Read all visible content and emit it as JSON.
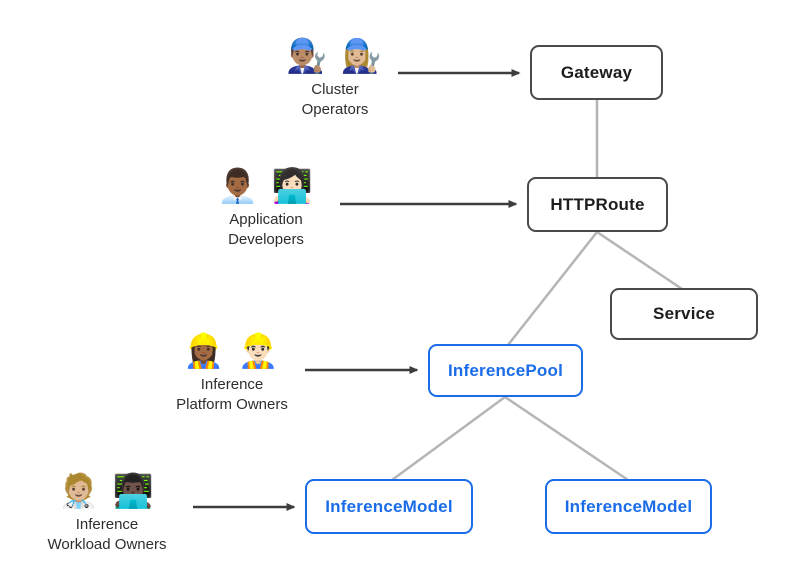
{
  "diagram": {
    "personas": [
      {
        "id": "cluster-operators",
        "emojis": "👨🏽‍🔧 👩🏼‍🔧",
        "label_line1": "Cluster",
        "label_line2": "Operators"
      },
      {
        "id": "application-developers",
        "emojis": "👨🏾‍💼 👩🏻‍💻",
        "label_line1": "Application",
        "label_line2": "Developers"
      },
      {
        "id": "inference-platform-owners",
        "emojis": "👷🏾‍♀️ 👷🏻‍♂️",
        "label_line1": "Inference",
        "label_line2": "Platform Owners"
      },
      {
        "id": "inference-workload-owners",
        "emojis": "🧑🏼‍⚕️ 👨🏿‍💻",
        "label_line1": "Inference",
        "label_line2": "Workload Owners"
      }
    ],
    "nodes": [
      {
        "id": "gateway",
        "label": "Gateway",
        "style": "dark"
      },
      {
        "id": "httproute",
        "label": "HTTPRoute",
        "style": "dark"
      },
      {
        "id": "service",
        "label": "Service",
        "style": "dark"
      },
      {
        "id": "inferencepool",
        "label": "InferencePool",
        "style": "blue"
      },
      {
        "id": "inferencemodel-left",
        "label": "InferenceModel",
        "style": "blue"
      },
      {
        "id": "inferencemodel-right",
        "label": "InferenceModel",
        "style": "blue"
      }
    ],
    "colors": {
      "node_border_dark": "#4a4a4a",
      "node_border_blue": "#1a6ce8",
      "node_text_dark": "#1d1d1d",
      "node_text_blue": "#1a6ce8",
      "edge_gray": "#b5b5b5",
      "arrow_dark": "#3d3d3d",
      "background": "#ffffff"
    }
  }
}
